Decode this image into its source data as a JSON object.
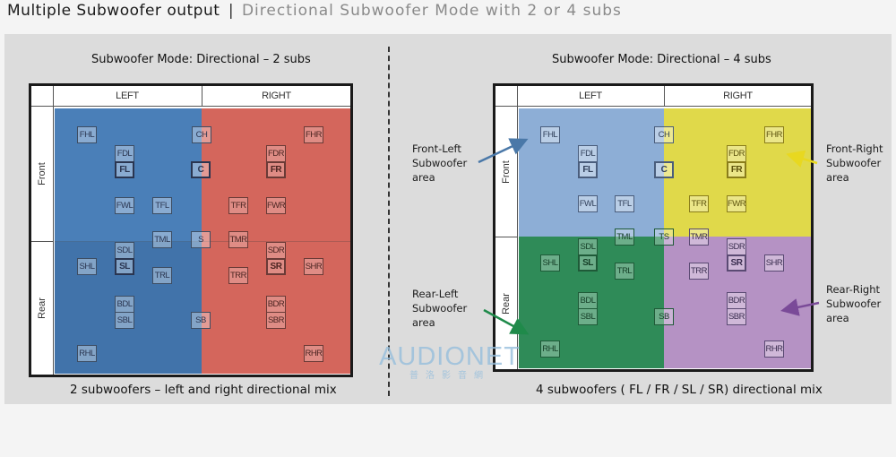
{
  "title": {
    "main": "Multiple Subwoofer output",
    "separator": "|",
    "subtitle": "Directional Subwoofer Mode with 2 or 4 subs"
  },
  "left_panel": {
    "heading": "Subwoofer Mode: Directional – 2 subs",
    "caption": "2 subwoofers – left and right directional mix",
    "col_left": "LEFT",
    "col_right": "RIGHT",
    "row_front": "Front",
    "row_rear": "Rear",
    "zone_colors": {
      "left": "#4a7fb8",
      "right": "#d4665c"
    }
  },
  "right_panel": {
    "heading": "Subwoofer Mode: Directional – 4 subs",
    "caption": "4 subwoofers ( FL / FR / SL / SR) directional mix",
    "col_left": "LEFT",
    "col_right": "RIGHT",
    "row_front": "Front",
    "row_rear": "Rear",
    "zone_colors": {
      "front_left": "#8daed6",
      "front_right": "#e0d94a",
      "rear_left": "#2f8b58",
      "rear_right": "#b592c4"
    },
    "annotations": {
      "front_left": [
        "Front-Left",
        "Subwoofer",
        "area"
      ],
      "front_right": [
        "Front-Right",
        "Subwoofer",
        "area"
      ],
      "rear_left": [
        "Rear-Left",
        "Subwoofer",
        "area"
      ],
      "rear_right": [
        "Rear-Right",
        "Subwoofer",
        "area"
      ]
    },
    "arrow_colors": {
      "front_left": "#4a78a8",
      "front_right": "#e8d820",
      "rear_left": "#1f8a4a",
      "rear_right": "#7a4a98"
    }
  },
  "speakers": {
    "FHL": "FHL",
    "CH": "CH",
    "FHR": "FHR",
    "FDL": "FDL",
    "FDR": "FDR",
    "FL": "FL",
    "C": "C",
    "FR": "FR",
    "FWL": "FWL",
    "TFL": "TFL",
    "TFR": "TFR",
    "FWR": "FWR",
    "TML": "TML",
    "S": "S",
    "TMR": "TMR",
    "TS": "TS",
    "SDL": "SDL",
    "SDR": "SDR",
    "SHL": "SHL",
    "SL": "SL",
    "SR": "SR",
    "SHR": "SHR",
    "TRL": "TRL",
    "TRR": "TRR",
    "BDL": "BDL",
    "BDR": "BDR",
    "SBL": "SBL",
    "SBR": "SBR",
    "SB": "SB",
    "RHL": "RHL",
    "RHR": "RHR"
  },
  "watermark": {
    "main": "AUDIONET",
    "sub": "普洛影音網"
  }
}
